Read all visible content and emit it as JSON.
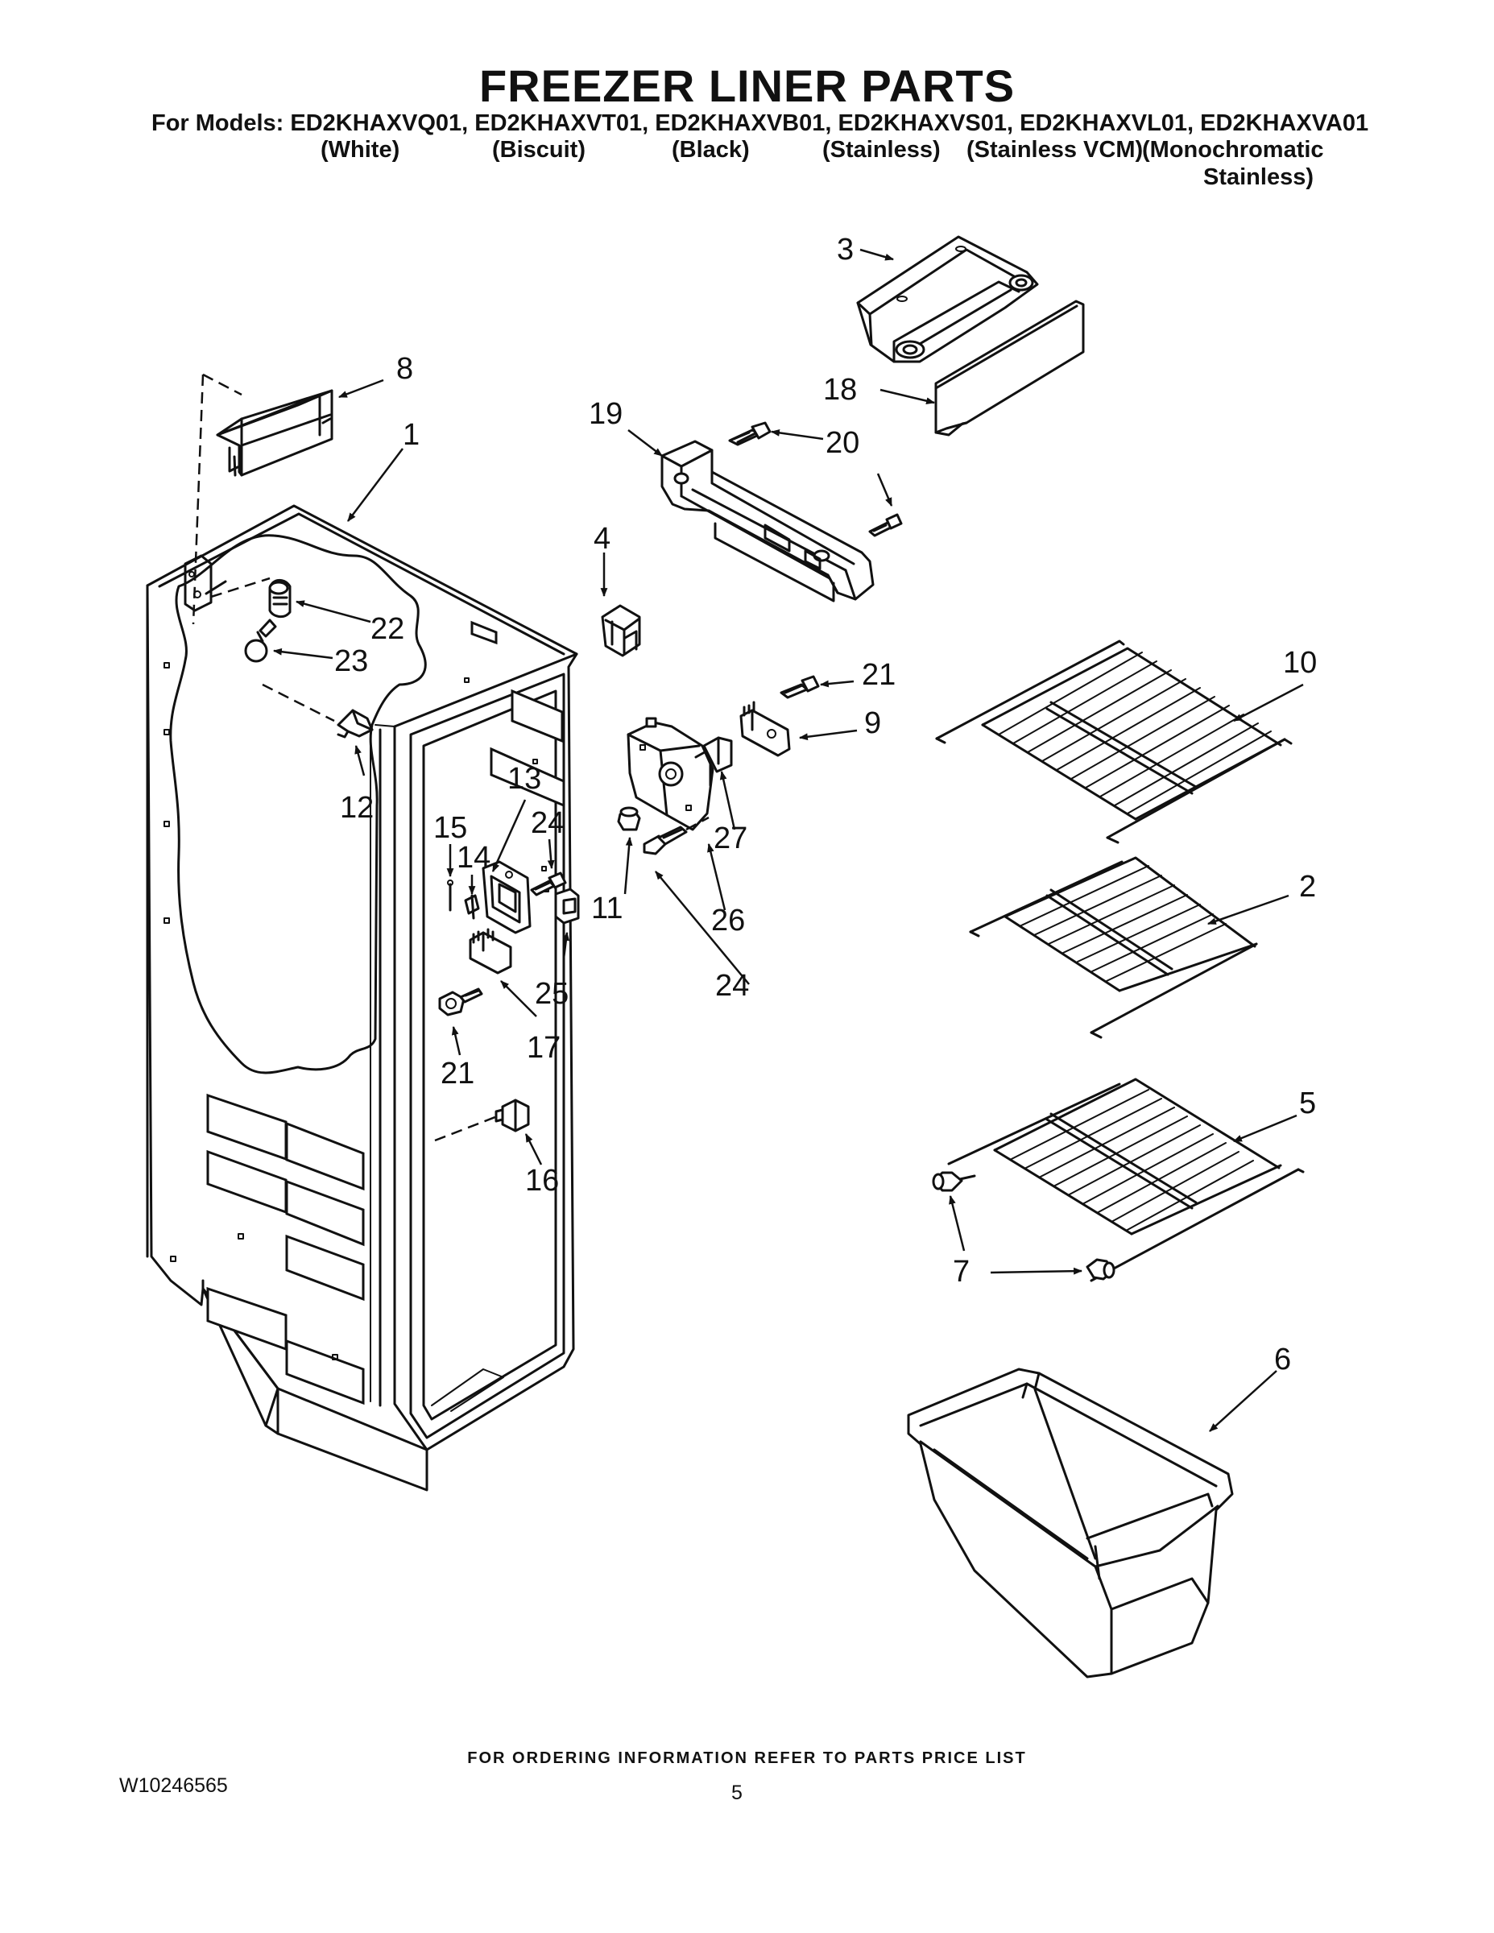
{
  "header": {
    "title": "FREEZER LINER PARTS",
    "models_line": "For Models: ED2KHAXVQ01, ED2KHAXVT01, ED2KHAXVB01, ED2KHAXVS01, ED2KHAXVL01, ED2KHAXVA01",
    "variants": [
      "(White)",
      "(Biscuit)",
      "(Black)",
      "(Stainless)",
      "(Stainless VCM)",
      "(Monochromatic",
      "Stainless)"
    ]
  },
  "callouts": {
    "c1": "1",
    "c2": "2",
    "c3": "3",
    "c4": "4",
    "c5": "5",
    "c6": "6",
    "c7": "7",
    "c8": "8",
    "c9": "9",
    "c10": "10",
    "c11": "11",
    "c12": "12",
    "c13": "13",
    "c14": "14",
    "c15": "15",
    "c16": "16",
    "c17": "17",
    "c18": "18",
    "c19": "19",
    "c20": "20",
    "c21a": "21",
    "c21b": "21",
    "c22": "22",
    "c23": "23",
    "c24a": "24",
    "c24b": "24",
    "c25": "25",
    "c26": "26",
    "c27": "27"
  },
  "footer": {
    "note": "FOR ORDERING INFORMATION REFER TO PARTS PRICE LIST",
    "doc_number": "W10246565",
    "page_number": "5"
  }
}
